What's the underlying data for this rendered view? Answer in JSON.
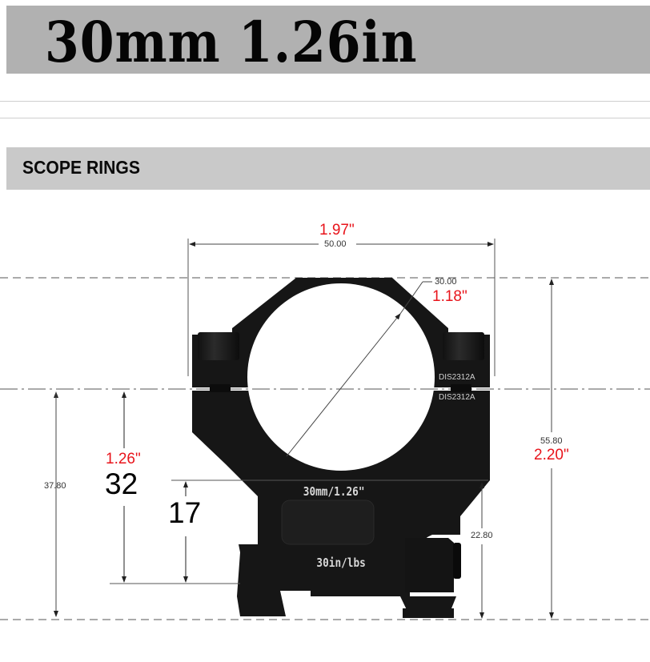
{
  "header": {
    "title": "30mm 1.26in"
  },
  "section": {
    "title": "SCOPE RINGS"
  },
  "diagram": {
    "width": {
      "mm": "50.00",
      "in": "1.97\""
    },
    "ring_diameter": {
      "mm": "30.00",
      "in": "1.18\""
    },
    "total_height": {
      "mm": "55.80",
      "in": "2.20\""
    },
    "center_height": {
      "mm": "37.80"
    },
    "rail_to_center": {
      "in": "1.26\"",
      "mm_big": "32"
    },
    "rail_to_saddle": {
      "mm_big": "17"
    },
    "saddle_height": {
      "mm": "22.80"
    },
    "part_mark_top": "DIS2312A",
    "part_mark_bottom": "DIS2312A",
    "engraving_size": "30mm/1.26\"",
    "engraving_torque": "30in/lbs"
  },
  "colors": {
    "red": "#e8141b",
    "body": "#161616",
    "banner": "#b1b1b1",
    "section_bar": "#c9c9c9"
  }
}
